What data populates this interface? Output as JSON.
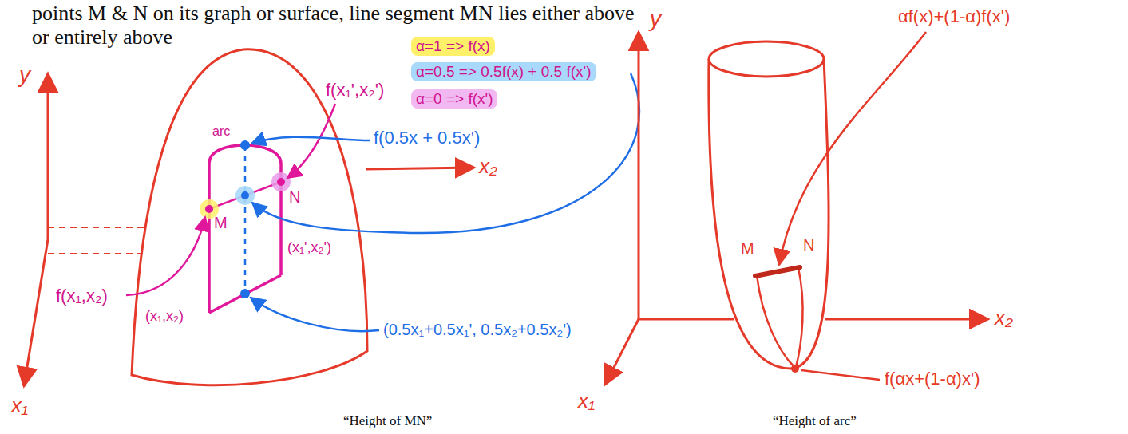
{
  "diagram": {
    "labels": [
      "points M & N on its graph or surface, line segment MN lies either above",
      "or entirely above",
      "y",
      "x₂",
      "x₁",
      "arc",
      "α=1 => f(x)",
      "α=0.5 => 0.5f(x) + 0.5 f(x')",
      "α=0 => f(x')",
      "f(x₁',x₂')",
      "f(0.5x + 0.5x')",
      "f(x₁,x₂)",
      "M",
      "N",
      "(x₁,x₂)",
      "(x₁',x₂')",
      "(0.5x₁+0.5x₁', 0.5x₂+0.5x₂')",
      "“Height of MN”",
      "y",
      "αf(x)+(1-α)f(x')",
      "x₂",
      "M",
      "N",
      "f(αx+(1-α)x')",
      "x₁",
      "“Height of arc”"
    ]
  }
}
